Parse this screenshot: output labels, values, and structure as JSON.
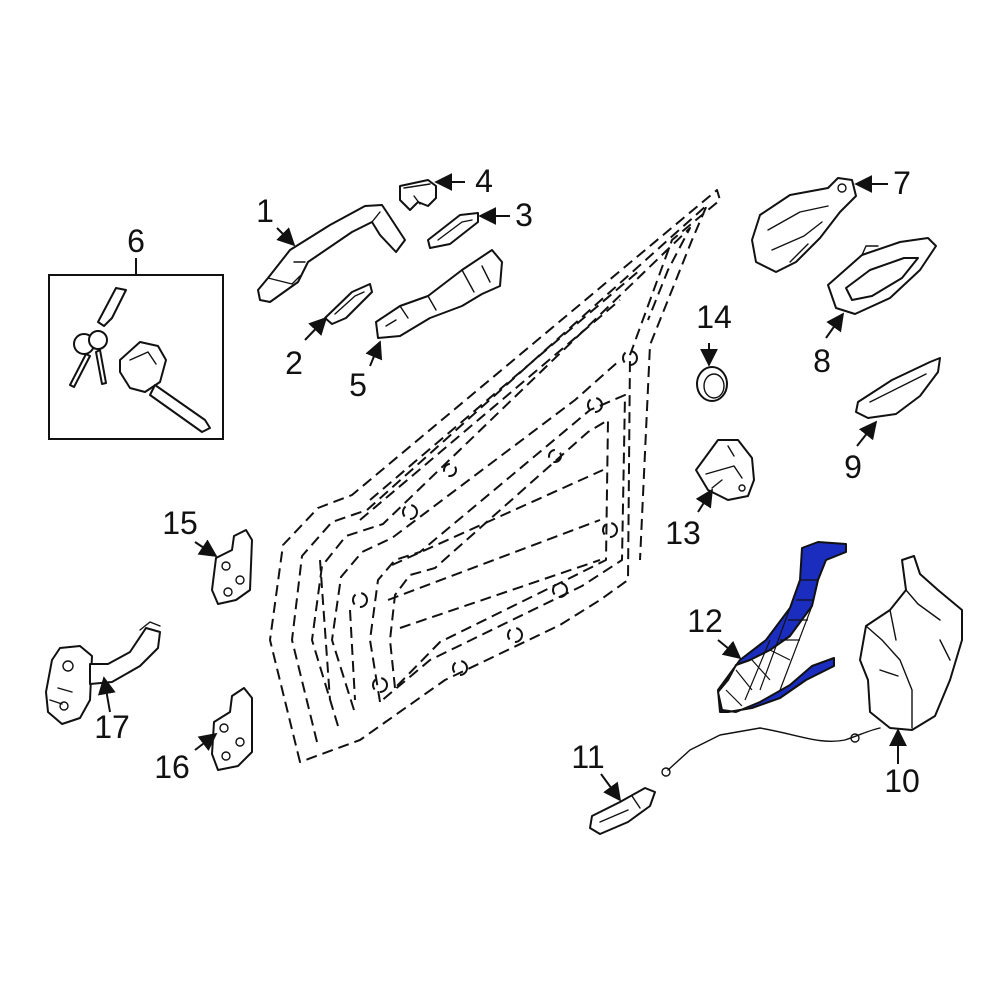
{
  "diagram": {
    "callouts": [
      "1",
      "2",
      "3",
      "4",
      "5",
      "6",
      "7",
      "8",
      "9",
      "10",
      "11",
      "12",
      "13",
      "14",
      "15",
      "16",
      "17"
    ],
    "highlight_color": "#1a2dbf",
    "highlighted_part": "12"
  }
}
